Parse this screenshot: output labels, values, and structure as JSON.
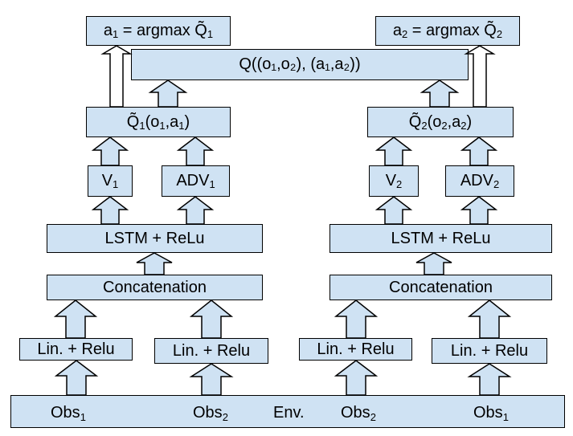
{
  "labels": {
    "argmax1": {
      "pre": "a",
      "sub": "1",
      "post": " = argmax Q̃",
      "sub2": "1"
    },
    "argmax2": {
      "pre": "a",
      "sub": "2",
      "post": " = argmax Q̃",
      "sub2": "2"
    },
    "joint_q": "Q((o₁,o₂), (a₁,a₂))",
    "q1": {
      "pre": "Q̃",
      "sub": "1",
      "post": "(o",
      "sub2": "1",
      "post2": ",a",
      "sub3": "1",
      "post3": ")"
    },
    "q2": {
      "pre": "Q̃",
      "sub": "2",
      "post": "(o",
      "sub2": "2",
      "post2": ",a",
      "sub3": "2",
      "post3": ")"
    },
    "v1": {
      "pre": "V",
      "sub": "1"
    },
    "adv1": {
      "pre": "ADV",
      "sub": "1"
    },
    "v2": {
      "pre": "V",
      "sub": "2"
    },
    "adv2": {
      "pre": "ADV",
      "sub": "2"
    },
    "lstm": "LSTM + ReLu",
    "concat": "Concatenation",
    "lin": "Lin. + Relu",
    "env": "Env.",
    "obs1": {
      "pre": "Obs",
      "sub": "1"
    },
    "obs2": {
      "pre": "Obs",
      "sub": "2"
    }
  },
  "colors": {
    "box_fill": "#cfe2f3",
    "stroke": "#000000"
  }
}
